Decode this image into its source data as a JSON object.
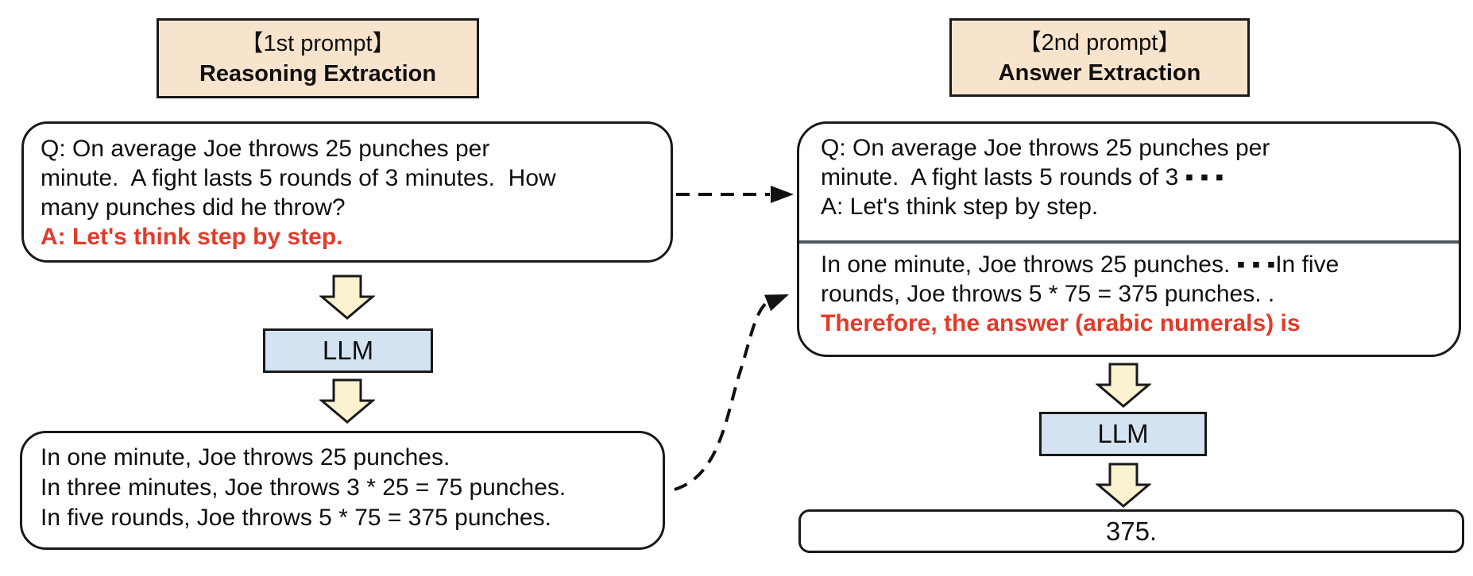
{
  "headers": {
    "first_prompt": {
      "tag": "【1st prompt】",
      "title": "Reasoning Extraction"
    },
    "second_prompt": {
      "tag": "【2nd prompt】",
      "title": "Answer Extraction"
    }
  },
  "left": {
    "question_box": {
      "line1": "Q: On average Joe throws 25 punches per",
      "line2": "minute.  A fight lasts 5 rounds of 3 minutes.  How",
      "line3": "many punches did he throw?",
      "cot_trigger": "A: Let's think step by step."
    },
    "llm_label": "LLM",
    "reasoning_box": {
      "line1": "In one minute, Joe throws 25 punches.",
      "line2": "In three minutes, Joe throws 3 * 25 = 75 punches.",
      "line3": "In five rounds, Joe throws 5 * 75 = 375 punches."
    }
  },
  "right": {
    "prompt_box": {
      "question_line1": "Q: On average Joe throws 25 punches per",
      "question_line2": "minute.  A fight lasts 5 rounds of 3 ▪ ▪ ▪",
      "question_line3": "A: Let's think step by step.",
      "reasoning_line1": "In one minute, Joe throws 25 punches. ▪ ▪ ▪In five",
      "reasoning_line2": "rounds, Joe throws 5 * 75 = 375 punches. .",
      "answer_trigger": "Therefore, the answer (arabic numerals) is"
    },
    "llm_label": "LLM",
    "answer_box_text": "375."
  },
  "colors": {
    "header_fill": "#f8e4cd",
    "llm_fill": "#d4e3f2",
    "block_arrow_fill": "#fbf2cf",
    "red_text": "#e23b2a",
    "divider_line": "#4e5965",
    "border": "#1a1a1a"
  }
}
